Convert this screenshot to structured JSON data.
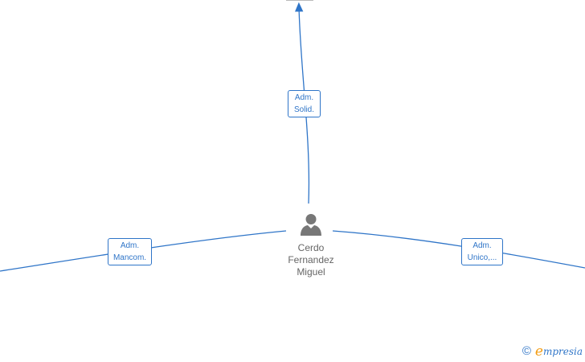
{
  "person": {
    "name_lines": [
      "Cerdo",
      "Fernandez",
      "Miguel"
    ],
    "icon": "person-icon"
  },
  "edges": [
    {
      "id": "top",
      "label_lines": [
        "Adm.",
        "Solid."
      ],
      "direction": "outgoing"
    },
    {
      "id": "left",
      "label_lines": [
        "Adm.",
        "Mancom."
      ],
      "direction": "outgoing"
    },
    {
      "id": "right",
      "label_lines": [
        "Adm.",
        "Unico,..."
      ],
      "direction": "outgoing"
    }
  ],
  "watermark": {
    "symbol": "©",
    "brand_initial": "e",
    "brand_rest": "mpresia"
  },
  "colors": {
    "edge": "#2f75c8",
    "label_text": "#2f75c8",
    "person_icon": "#777777",
    "person_text": "#666666",
    "brand_accent": "#f39c12"
  }
}
